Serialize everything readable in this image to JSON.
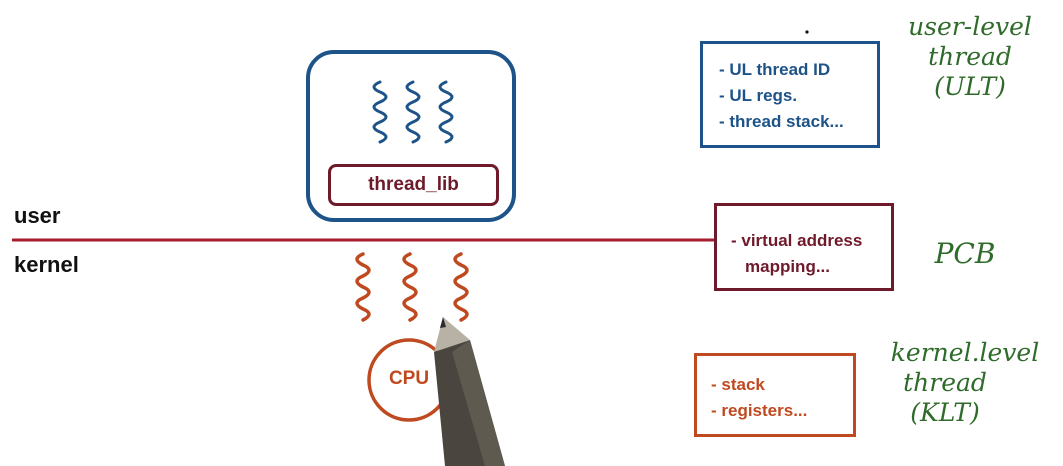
{
  "colors": {
    "blue": "#1d5388",
    "maroon": "#6e1a2b",
    "red_line": "#a51d2d",
    "orange": "#c04a20",
    "green_hand": "#2f6b2a"
  },
  "labels": {
    "user": "user",
    "kernel": "kernel",
    "thread_lib": "thread_lib",
    "cpu": "CPU"
  },
  "ulp_box": {
    "items": [
      "- UL thread ID",
      "- UL regs.",
      "- thread stack..."
    ]
  },
  "pcb_box": {
    "items": [
      "- virtual address",
      "mapping..."
    ]
  },
  "klt_box": {
    "items": [
      "- stack",
      "- registers..."
    ]
  },
  "annotations": {
    "ult": [
      "user-level",
      "thread",
      "(ULT)"
    ],
    "pcb": "PCB",
    "klt": [
      "kernel.level",
      "thread",
      "(KLT)"
    ]
  },
  "icons": {
    "user_threads": "squiggle-thread-icon",
    "kernel_threads": "squiggle-thread-icon",
    "pen": "pen-icon"
  }
}
